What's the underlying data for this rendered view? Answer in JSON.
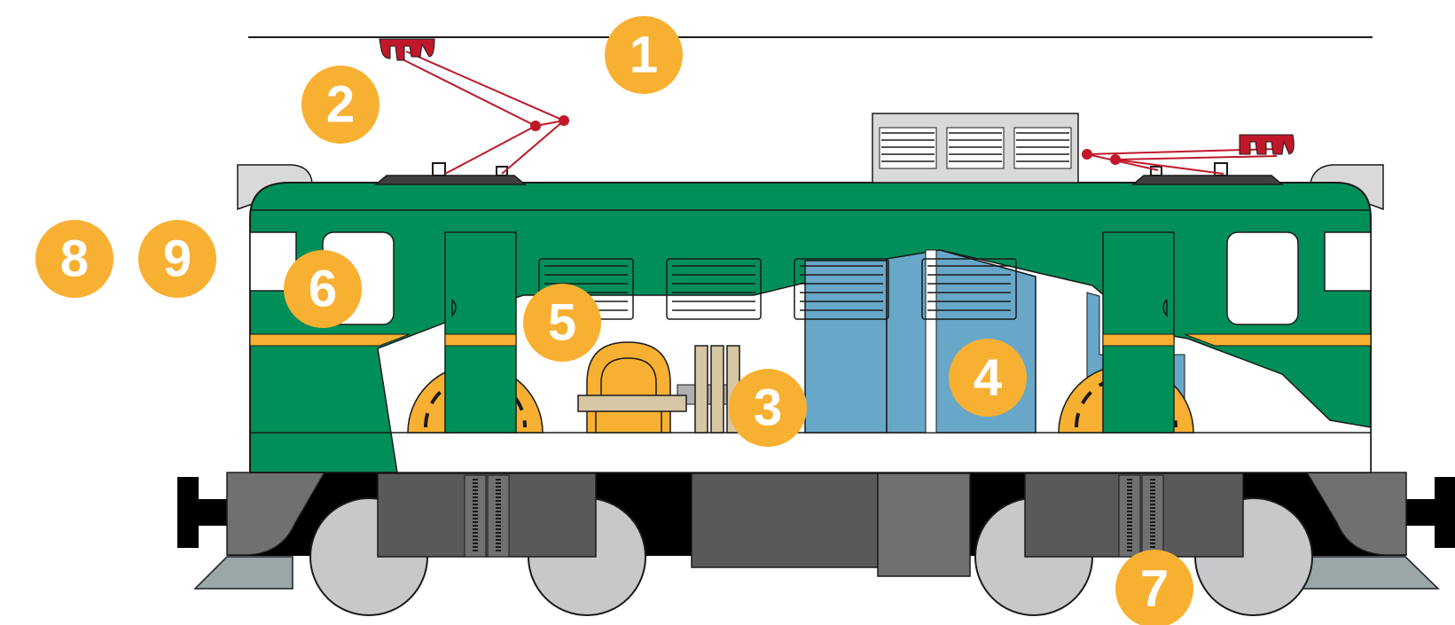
{
  "colors": {
    "body_green": "#008f58",
    "stripe_orange": "#f7b032",
    "callout_orange": "#f7b032",
    "pantograph_red": "#c0182a",
    "transformer_blue": "#68a7c8",
    "bogie_dark": "#595959",
    "wheel_grey": "#c7c8c9",
    "outline": "#1a1a1a",
    "rail_grey": "#9aa6a8"
  },
  "callouts": [
    {
      "id": "c1",
      "label": "1"
    },
    {
      "id": "c2",
      "label": "2"
    },
    {
      "id": "c3",
      "label": "3"
    },
    {
      "id": "c4",
      "label": "4"
    },
    {
      "id": "c5",
      "label": "5"
    },
    {
      "id": "c6",
      "label": "6"
    },
    {
      "id": "c7",
      "label": "7"
    },
    {
      "id": "c8",
      "label": "8"
    },
    {
      "id": "c9",
      "label": "9"
    }
  ]
}
